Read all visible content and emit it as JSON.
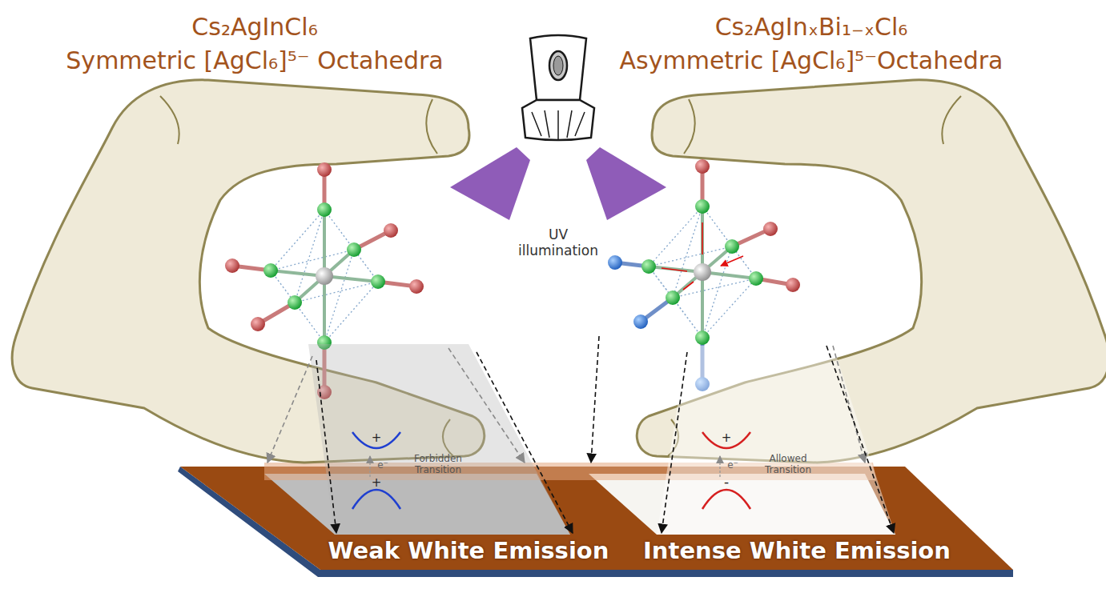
{
  "diagram": {
    "labels": [
      "Cs₂AgInCl₆",
      "Symmetric [AgCl₆]⁵⁻ Octahedra",
      "Cs₂AgInₓBi₁₋ₓCl₆",
      "Asymmetric [AgCl₆]⁵⁻Octahedra",
      "UV illumination",
      "+",
      "e⁻",
      "+",
      "Forbidden Transition",
      "+",
      "e⁻",
      "-",
      "Allowed Transition",
      "Weak White Emission",
      "Intense White Emission"
    ]
  }
}
